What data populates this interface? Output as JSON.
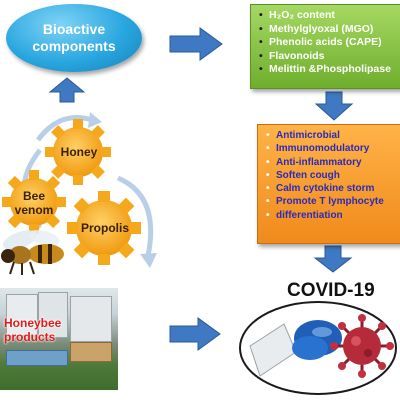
{
  "bioactive": {
    "line1": "Bioactive",
    "line2": "components"
  },
  "components": [
    "H₂O₂ content",
    "Methylglyoxal (MGO)",
    "Phenolic acids (CAPE)",
    "Flavonoids",
    "Melittin &Phospholipase"
  ],
  "effects": [
    "Antimicrobial",
    "Immunomodulatory",
    "Anti-inflammatory",
    "Soften cough",
    "Calm cytokine storm",
    "Promote T lymphocyte",
    "differentiation"
  ],
  "gears": {
    "honey": "Honey",
    "bee_venom_1": "Bee",
    "bee_venom_2": "venom",
    "propolis": "Propolis"
  },
  "products": {
    "line1": "Honeybee",
    "line2": "products"
  },
  "target": "COVID-19",
  "colors": {
    "arrow": "#3f79c3",
    "gear": "#f5a81c",
    "green_box": "#8cc34a",
    "orange_box": "#f59a2a",
    "ellipse": "#2aa7e0",
    "products_text": "#e11b1b",
    "effects_text": "#2b2bb8"
  }
}
